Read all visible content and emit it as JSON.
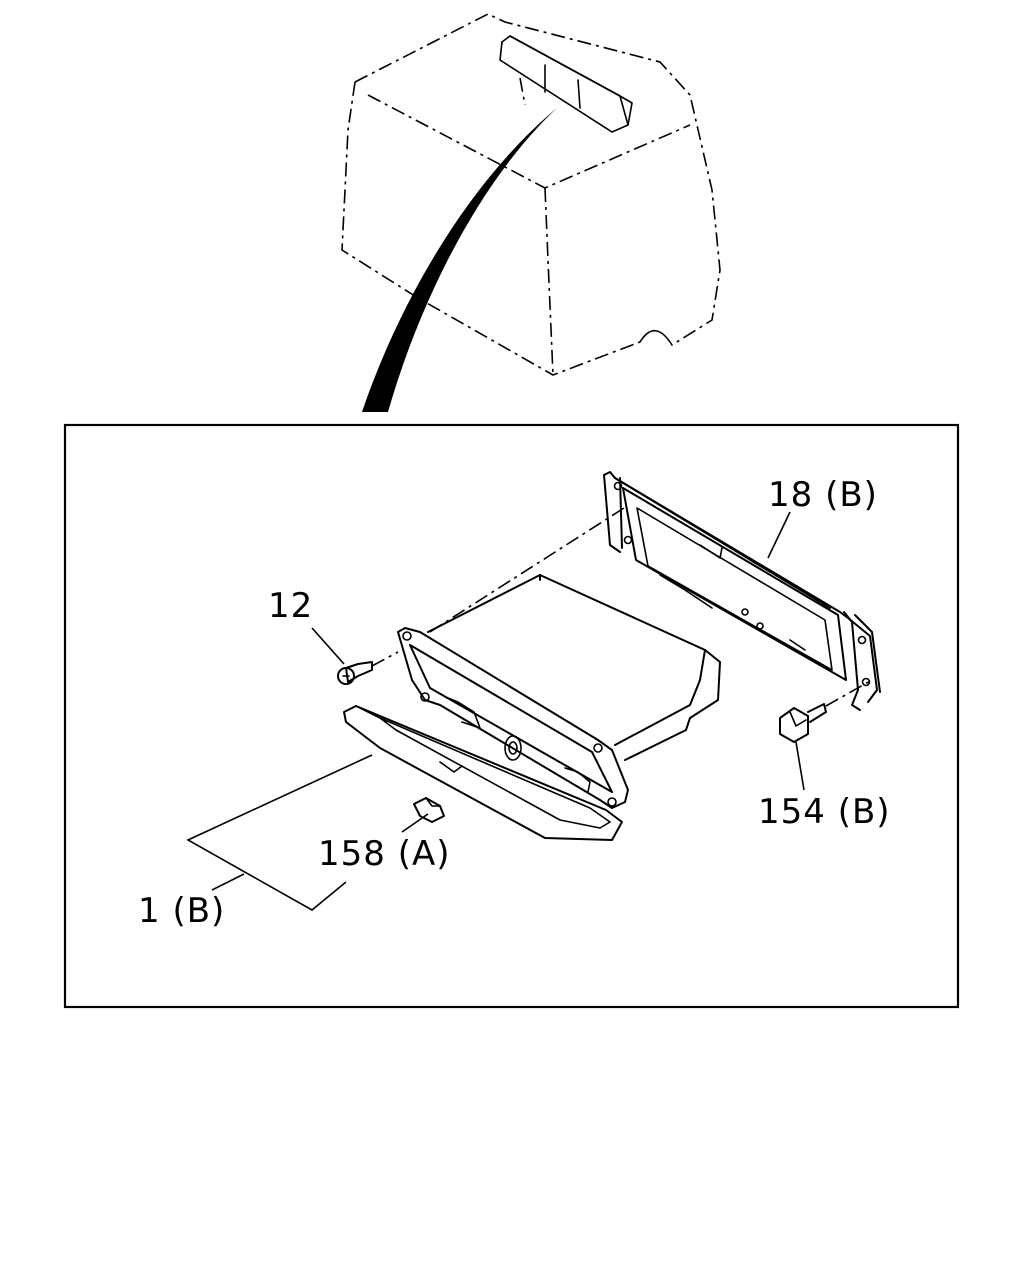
{
  "callouts": {
    "bracket": "18 (B)",
    "screw": "12",
    "bolt": "154 (B)",
    "clip": "158 (A)",
    "box": "1 (B)"
  },
  "colors": {
    "line": "#000000",
    "background": "#ffffff"
  }
}
